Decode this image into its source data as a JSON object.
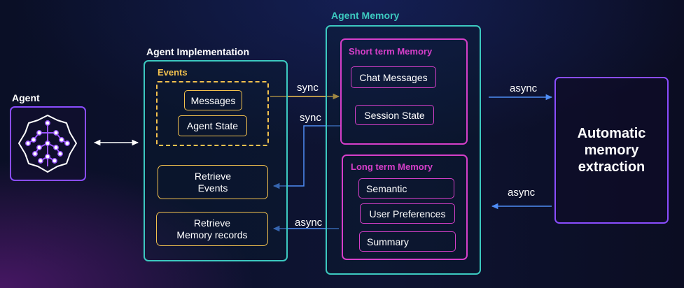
{
  "agent": {
    "title": "Agent"
  },
  "agent_impl": {
    "title": "Agent Implementation",
    "events_group": {
      "title": "Events",
      "items": [
        "Messages",
        "Agent State"
      ]
    },
    "retrieve_events": "Retrieve\nEvents",
    "retrieve_memory_records": "Retrieve\nMemory records"
  },
  "agent_memory": {
    "title": "Agent Memory",
    "short_term": {
      "title": "Short term Memory",
      "items": [
        "Chat Messages",
        "Session State"
      ]
    },
    "long_term": {
      "title": "Long term Memory",
      "items": [
        "Semantic",
        "User Preferences",
        "Summary"
      ]
    }
  },
  "extraction": {
    "label": "Automatic\nmemory\nextraction"
  },
  "connectors": {
    "sync_top": "sync",
    "sync_bottom": "sync",
    "async_left": "async",
    "async_right_top": "async",
    "async_right_bottom": "async"
  },
  "colors": {
    "teal": "#3cc9c0",
    "gold": "#f2c14e",
    "magenta": "#d63fc9",
    "purple": "#8a4dff",
    "arrow_blue": "#4f8df5",
    "arrow_yellow": "#f2c14e"
  }
}
